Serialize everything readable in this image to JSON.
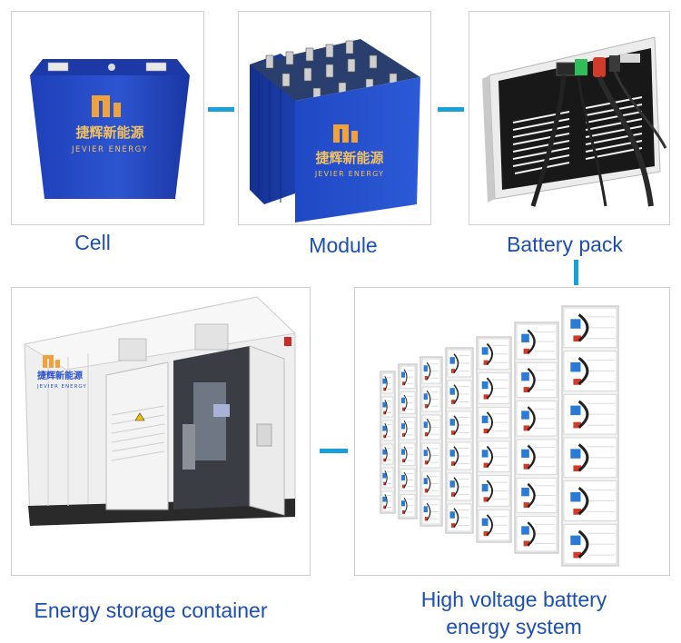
{
  "stages": [
    {
      "id": "cell",
      "caption": "Cell",
      "logo": {
        "cn": "捷辉新能源",
        "en": "JEVIER ENERGY"
      }
    },
    {
      "id": "module",
      "caption": "Module",
      "logo": {
        "cn": "捷辉新能源",
        "en": "JEVIER ENERGY"
      }
    },
    {
      "id": "battery-pack",
      "caption": "Battery pack"
    },
    {
      "id": "high-voltage",
      "caption": "High voltage battery energy system"
    },
    {
      "id": "container",
      "caption": "Energy storage container",
      "logo": {
        "cn": "捷辉新能源",
        "en": "JEVIER ENERGY"
      }
    }
  ],
  "colors": {
    "caption": "#1b4fb0",
    "connector": "#1aa0d8",
    "cell_blue": "#2a4fc9",
    "logo_orange": "#f2a23a"
  }
}
